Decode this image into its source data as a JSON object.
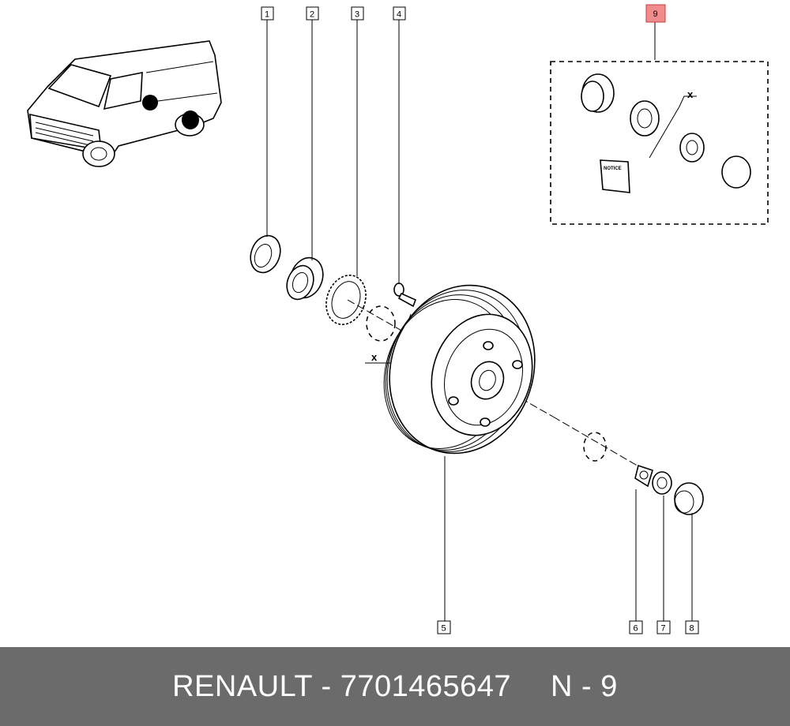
{
  "callouts": [
    {
      "label": "1"
    },
    {
      "label": "2"
    },
    {
      "label": "3"
    },
    {
      "label": "4"
    },
    {
      "label": "5"
    },
    {
      "label": "6"
    },
    {
      "label": "7"
    },
    {
      "label": "8"
    },
    {
      "label": "9",
      "highlight": true
    }
  ],
  "annotations": {
    "axis_x_main": "x",
    "axis_x_kit": "x",
    "notice_label": "NOTICE"
  },
  "footer": {
    "brand_part": "RENAULT - 7701465647",
    "ref": "N - 9"
  },
  "colors": {
    "highlight": "#f08c8c",
    "footer_bg": "#6b6b6b"
  }
}
